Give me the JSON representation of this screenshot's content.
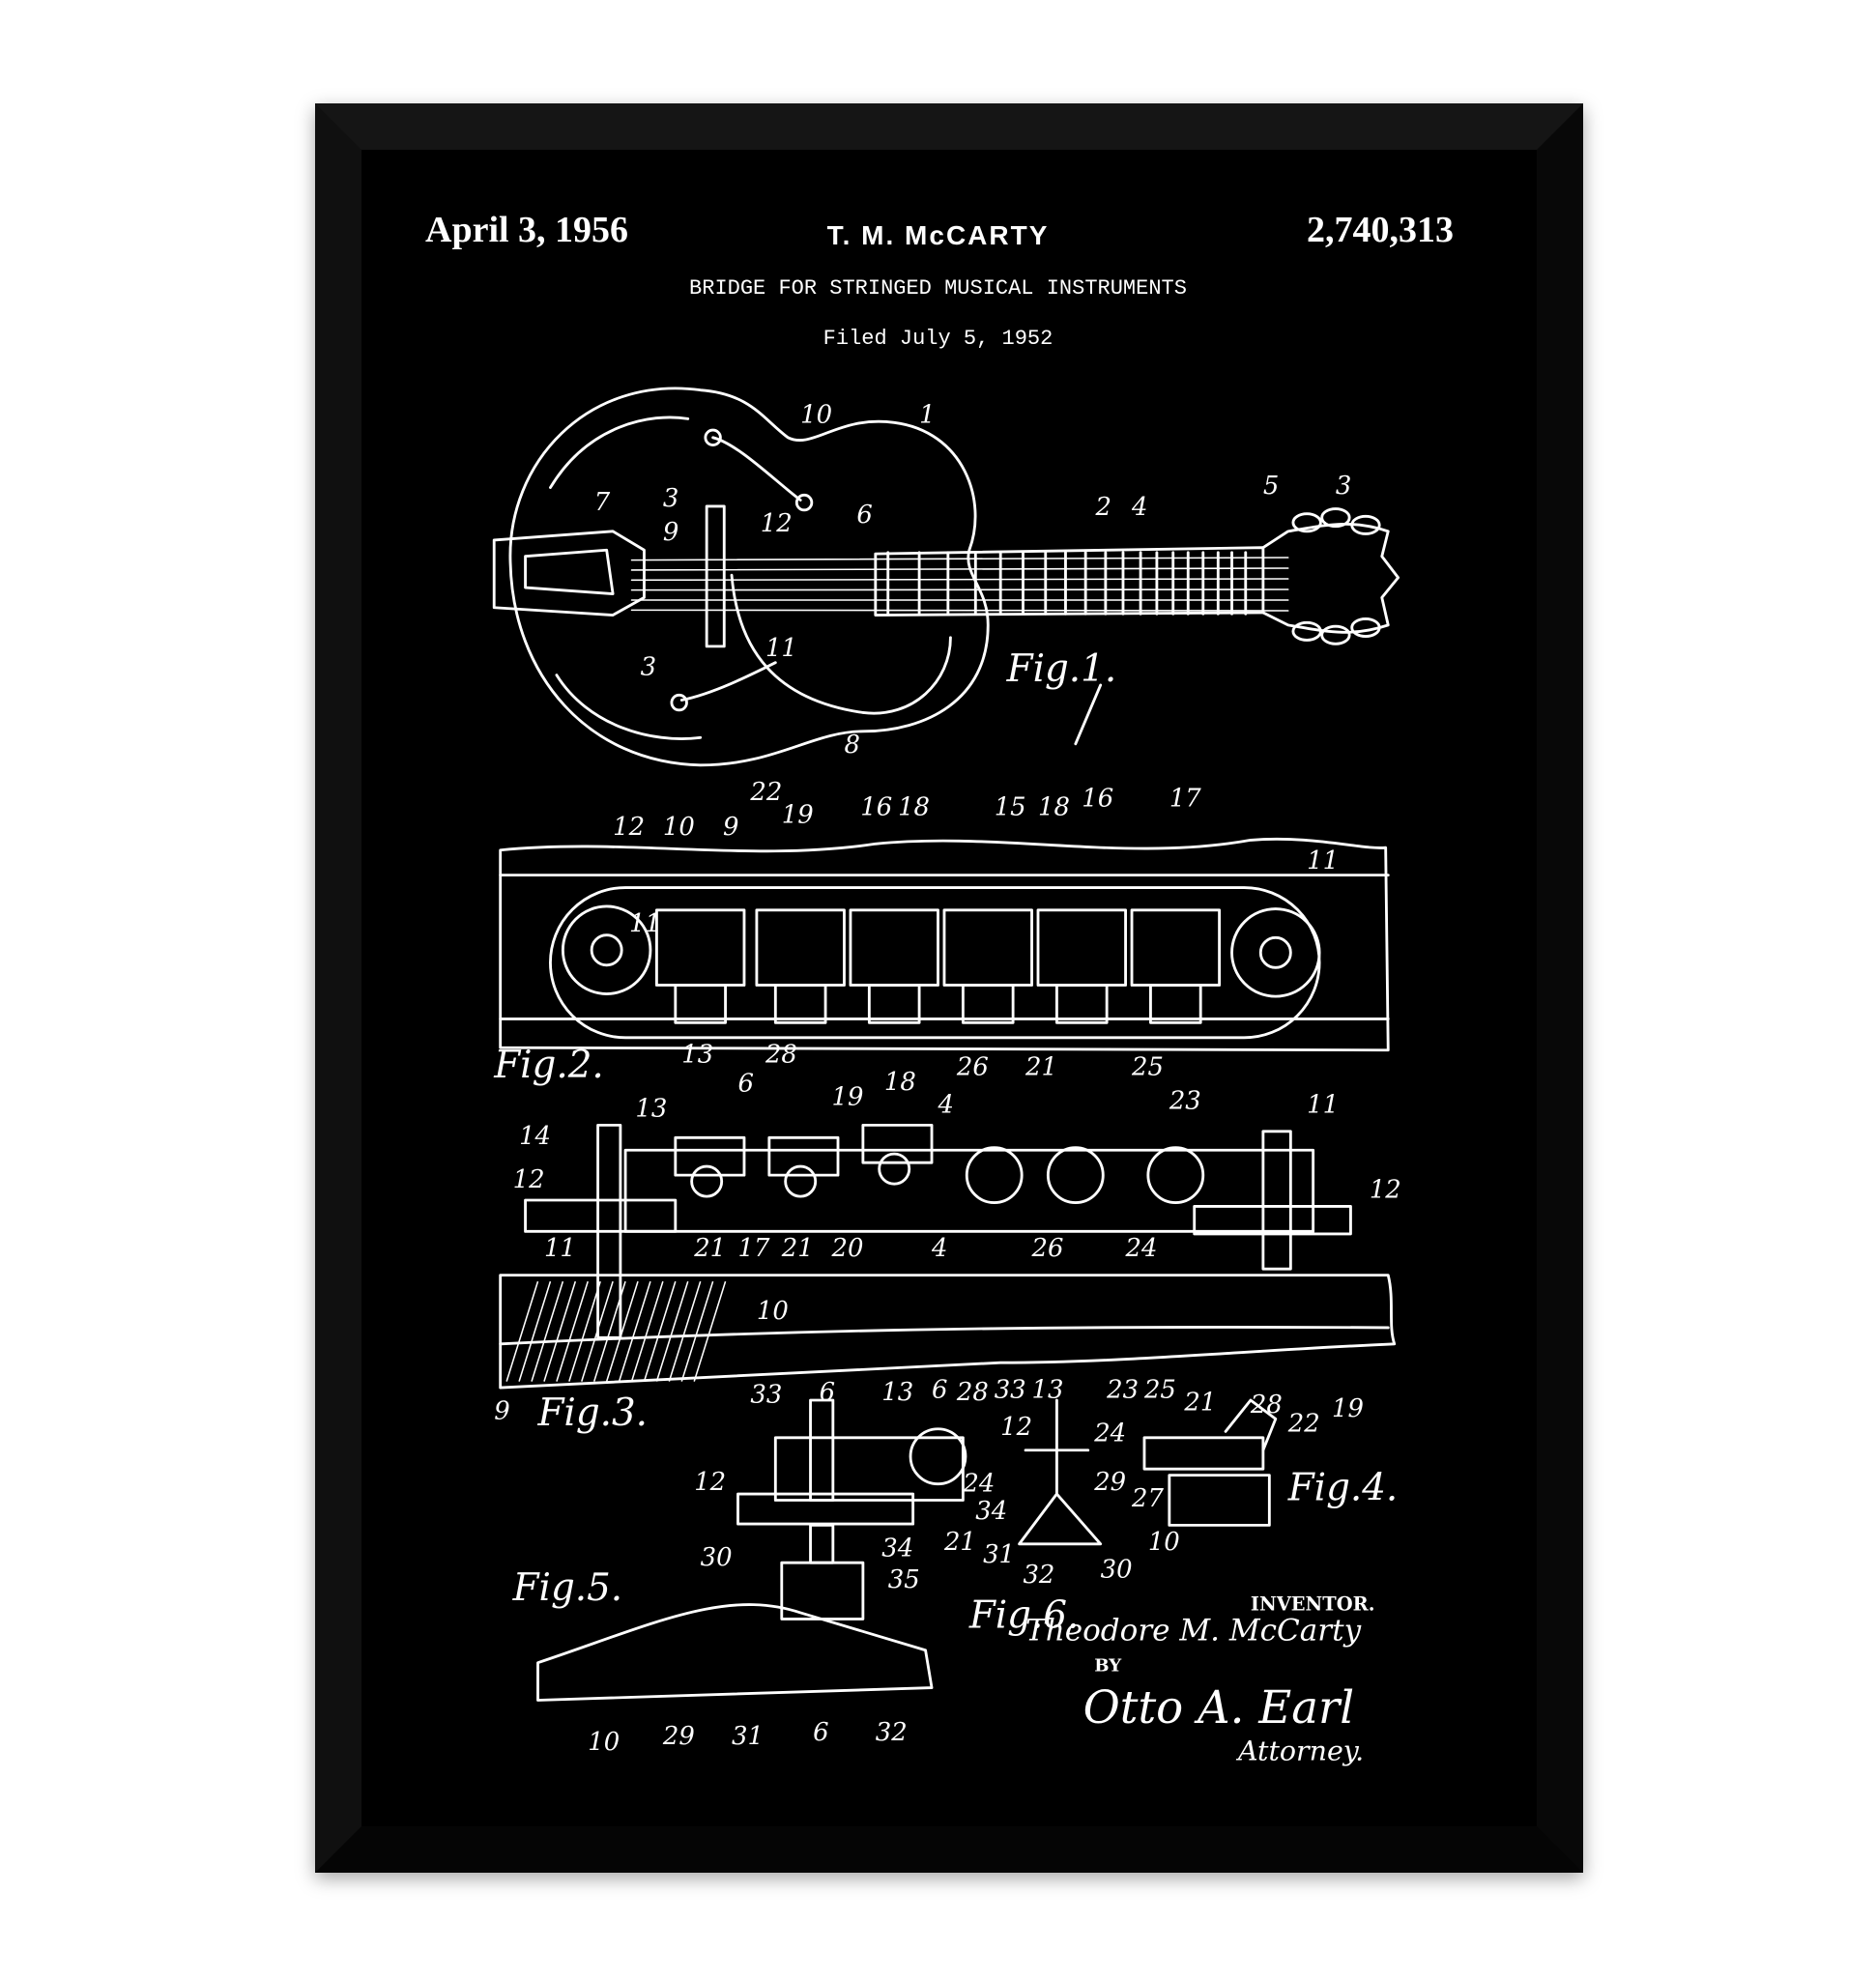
{
  "header": {
    "date": "April 3, 1956",
    "inventor_name": "T. M. McCARTY",
    "patent_number": "2,740,313",
    "title": "BRIDGE FOR STRINGED MUSICAL INSTRUMENTS",
    "filed": "Filed July 5, 1952"
  },
  "figures": {
    "fig1": "Fig.1.",
    "fig2": "Fig.2.",
    "fig3": "Fig.3.",
    "fig4": "Fig.4.",
    "fig5": "Fig.5.",
    "fig6": "Fig.6."
  },
  "callouts": {
    "fig1": [
      "10",
      "1",
      "7",
      "3",
      "9",
      "12",
      "6",
      "2",
      "4",
      "5",
      "3",
      "3",
      "11",
      "8"
    ],
    "fig2": [
      "12",
      "10",
      "9",
      "22",
      "19",
      "16",
      "18",
      "15",
      "18",
      "16",
      "17",
      "11",
      "11",
      "13",
      "28",
      "26",
      "21",
      "25"
    ],
    "fig3": [
      "14",
      "13",
      "6",
      "19",
      "18",
      "4",
      "23",
      "11",
      "12",
      "12",
      "11",
      "21",
      "17",
      "21",
      "20",
      "4",
      "26",
      "24",
      "10",
      "9"
    ],
    "fig456": [
      "33",
      "6",
      "13",
      "6",
      "28",
      "33",
      "13",
      "23",
      "25",
      "21",
      "28",
      "19",
      "12",
      "24",
      "22",
      "12",
      "24",
      "29",
      "34",
      "10",
      "27",
      "21",
      "30",
      "31",
      "32",
      "30",
      "34",
      "35",
      "10",
      "29",
      "31",
      "6",
      "32"
    ]
  },
  "signature_block": {
    "inventor_label": "INVENTOR.",
    "inventor_signature": "Theodore M. McCarty",
    "by_label": "BY",
    "attorney_signature": "Otto A. Earl",
    "attorney_label": "Attorney."
  },
  "colors": {
    "background": "#000000",
    "line": "#ffffff",
    "frame": "#0a0a0a",
    "wall": "#ffffff"
  }
}
